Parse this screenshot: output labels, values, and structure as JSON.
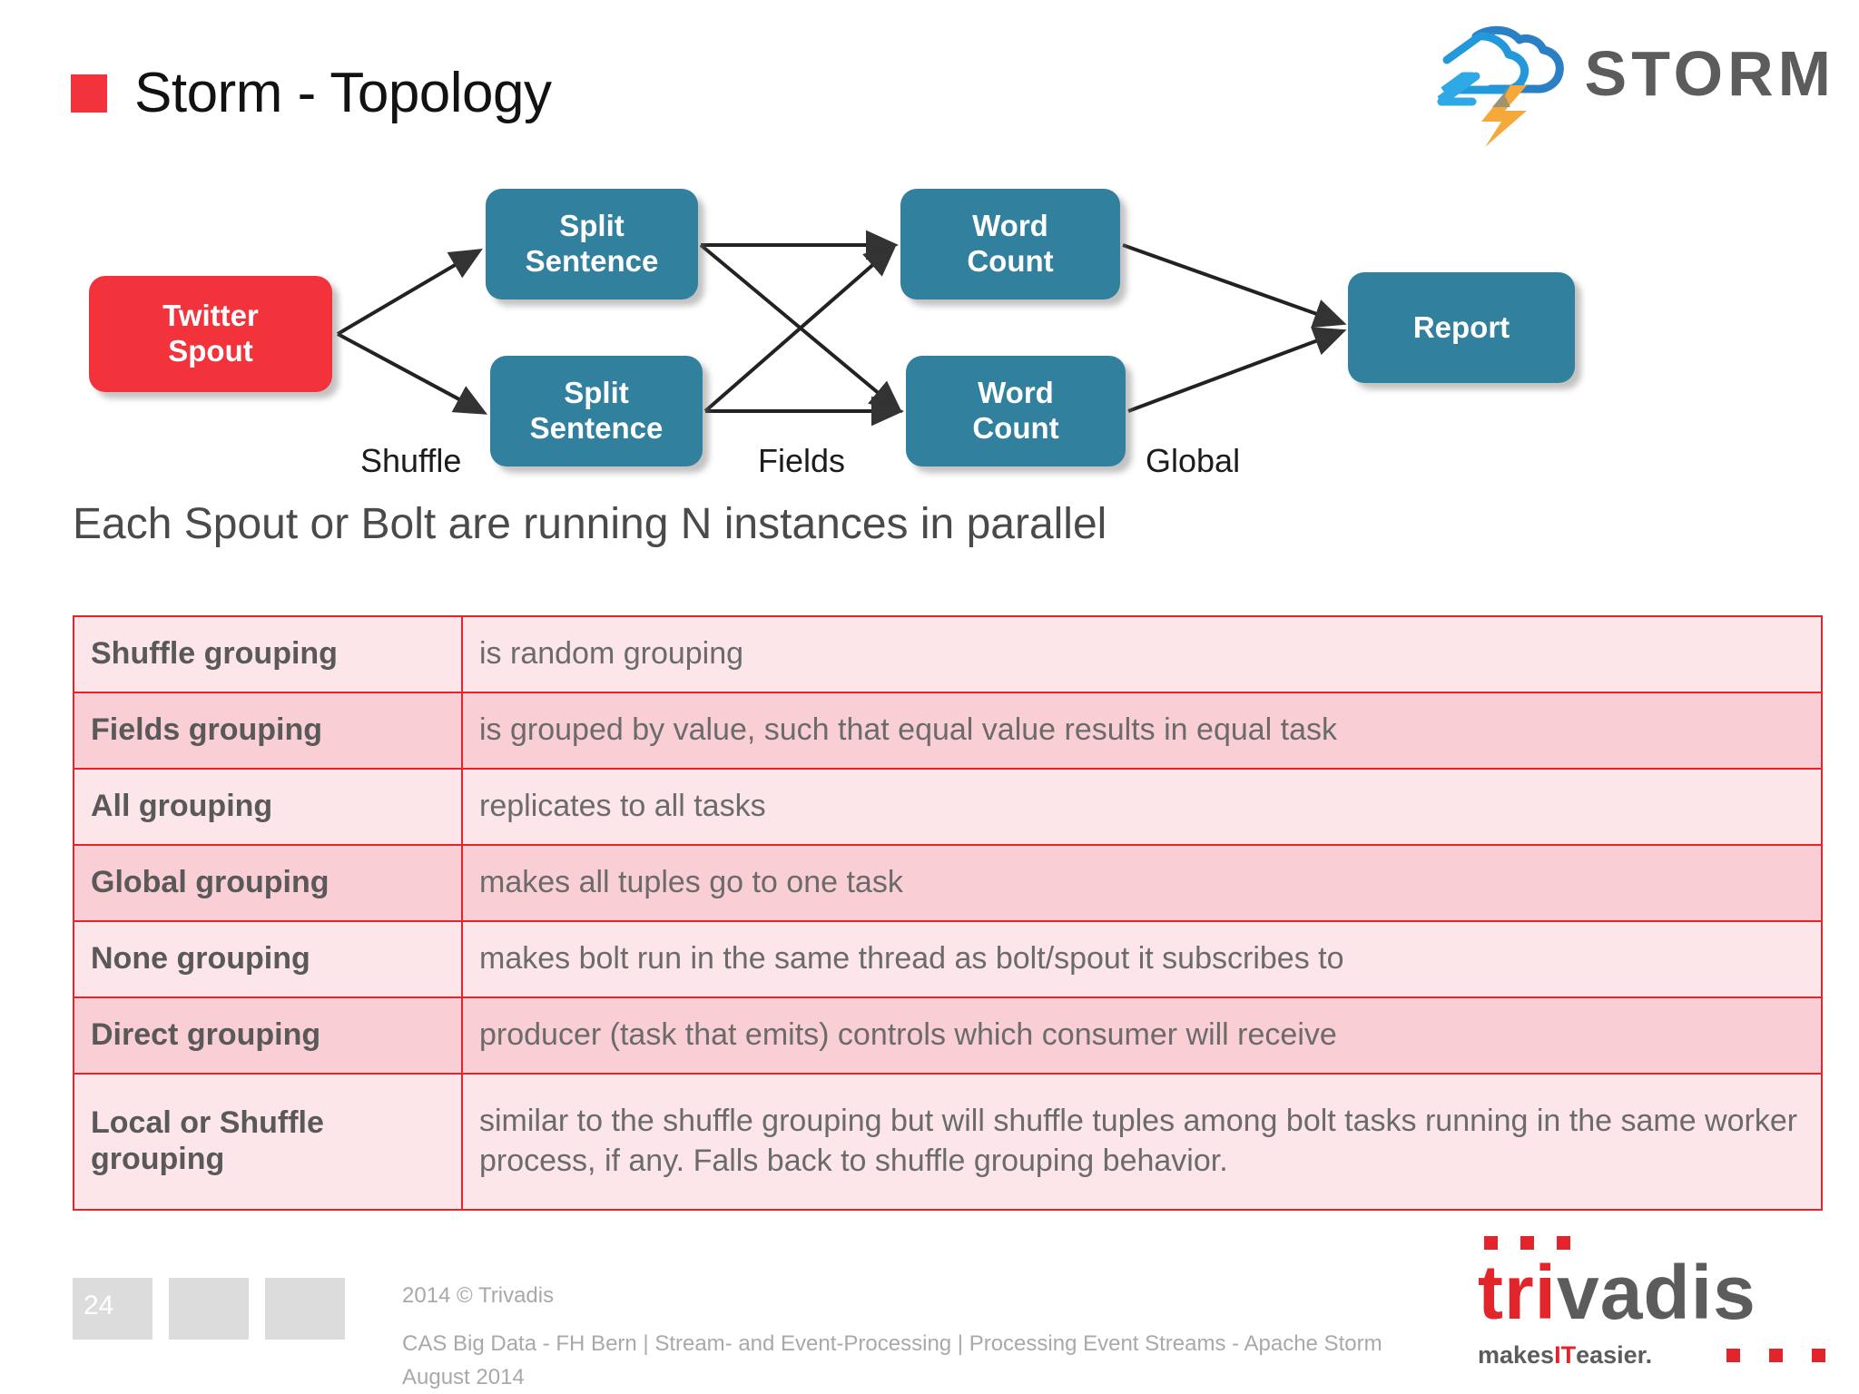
{
  "header": {
    "title": "Storm - Topology",
    "bullet_color": "#F2333B",
    "logo": {
      "wordmark": "STORM",
      "cloud_color": "#1B8FD4",
      "bolt_color": "#F5A93B",
      "text_color": "#5C5C5C"
    }
  },
  "diagram": {
    "nodes": [
      {
        "id": "twitter-spout",
        "label": "Twitter\nSpout",
        "line1": "Twitter",
        "line2": "Spout",
        "type": "spout",
        "color": "#F2333B"
      },
      {
        "id": "split-sentence-1",
        "label": "Split Sentence",
        "line1": "Split",
        "line2": "Sentence",
        "type": "bolt",
        "color": "#31809E"
      },
      {
        "id": "split-sentence-2",
        "label": "Split Sentence",
        "line1": "Split",
        "line2": "Sentence",
        "type": "bolt",
        "color": "#31809E"
      },
      {
        "id": "word-count-1",
        "label": "Word Count",
        "line1": "Word",
        "line2": "Count",
        "type": "bolt",
        "color": "#31809E"
      },
      {
        "id": "word-count-2",
        "label": "Word Count",
        "line1": "Word",
        "line2": "Count",
        "type": "bolt",
        "color": "#31809E"
      },
      {
        "id": "report",
        "label": "Report",
        "line1": "Report",
        "line2": "",
        "type": "bolt",
        "color": "#31809E"
      }
    ],
    "edge_labels": {
      "shuffle": "Shuffle",
      "fields": "Fields",
      "global": "Global"
    }
  },
  "caption": "Each Spout or Bolt are running N instances in parallel",
  "table": {
    "border_color": "#E8232A",
    "row_odd_bg": "#FCE6E9",
    "row_even_bg": "#F9CFD5",
    "rows": [
      {
        "name": "Shuffle grouping",
        "desc": "is random grouping"
      },
      {
        "name": "Fields grouping",
        "desc": "is grouped by value, such that equal value results in equal task"
      },
      {
        "name": "All grouping",
        "desc": "replicates to all tasks"
      },
      {
        "name": "Global grouping",
        "desc": "makes all tuples go to one task"
      },
      {
        "name": "None grouping",
        "desc": "makes bolt run in the same thread as bolt/spout it subscribes to"
      },
      {
        "name": "Direct grouping",
        "desc": "producer (task that emits) controls which consumer will receive"
      },
      {
        "name": "Local or Shuffle grouping",
        "desc": "similar to the shuffle grouping but will shuffle tuples among bolt tasks running in the same worker process, if any. Falls back to shuffle grouping behavior."
      }
    ]
  },
  "footer": {
    "page_number": "24",
    "copyright": "2014 © Trivadis",
    "course": "CAS Big Data - FH Bern | Stream- and Event-Processing | Processing Event Streams - Apache Storm",
    "date": "August 2014",
    "logo": {
      "brand_red": "tri",
      "brand_grey": "vadis",
      "tagline_1": "makes ",
      "tagline_2": "IT",
      "tagline_3": " easier.",
      "red": "#E2242B",
      "grey": "#5C5C5C"
    }
  }
}
